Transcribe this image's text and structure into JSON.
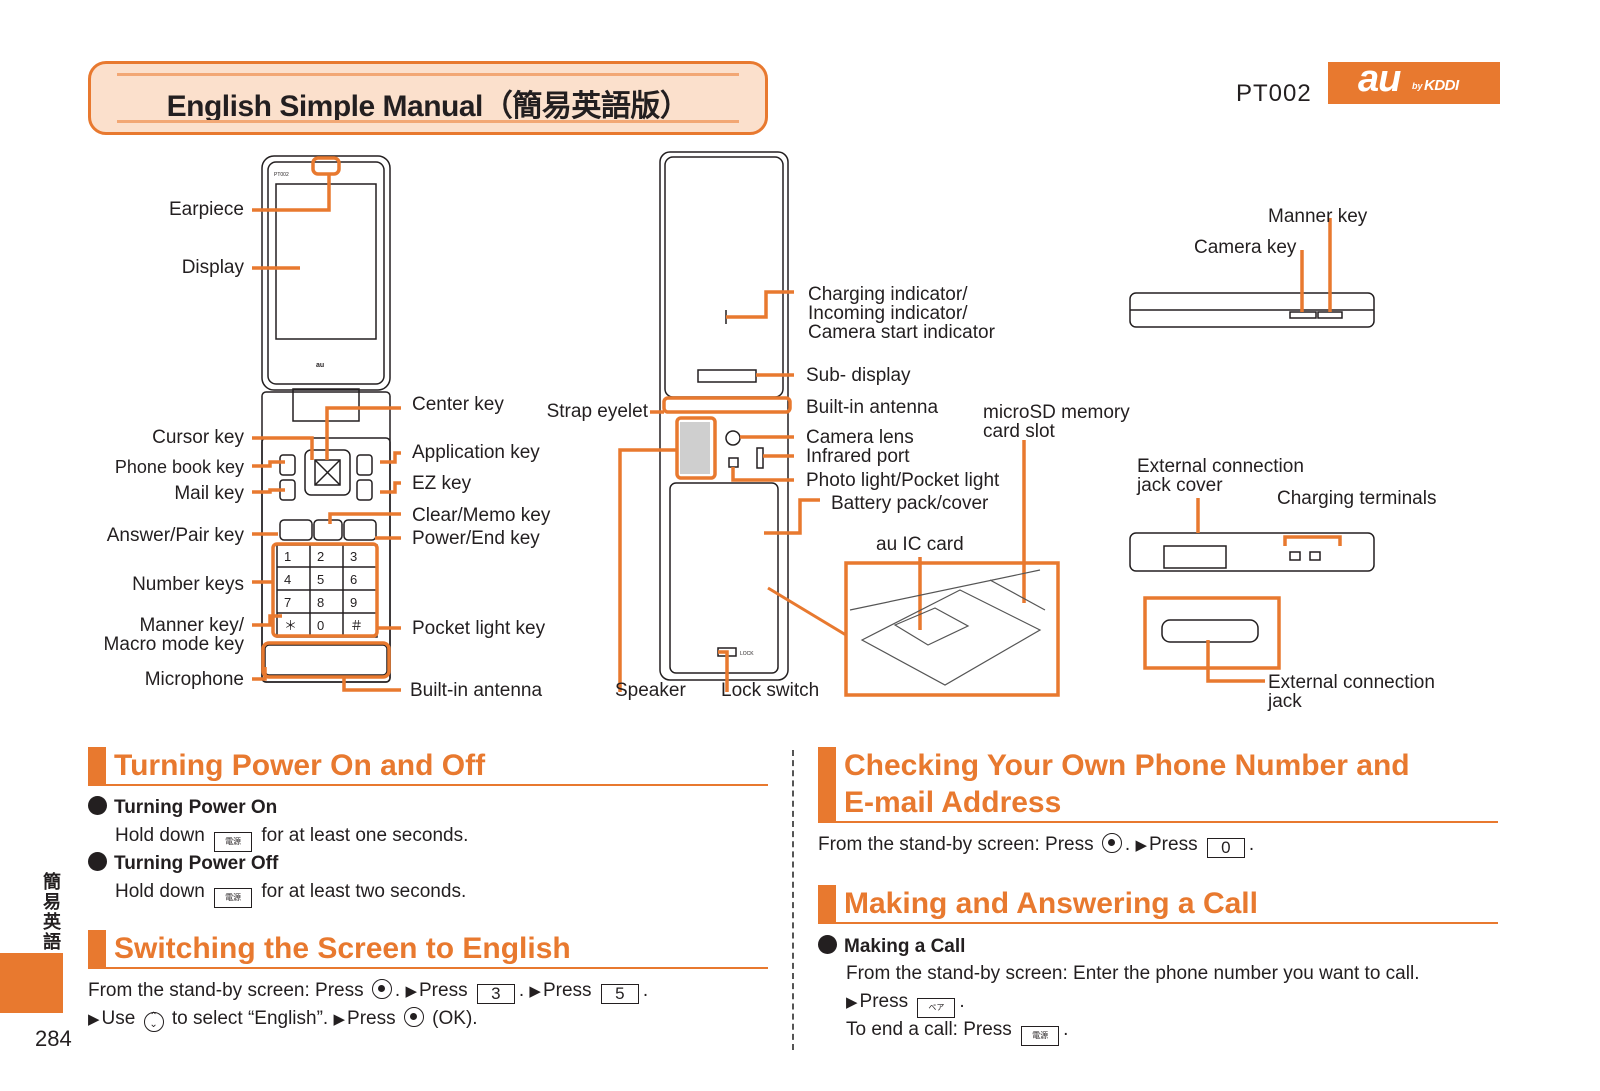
{
  "header": {
    "title": "English Simple Manual（簡易英語版）",
    "model": "PT002",
    "brand_au": "au",
    "brand_by": "by",
    "brand_kddi": "KDDI"
  },
  "diagram": {
    "front_labels": {
      "earpiece": "Earpiece",
      "display": "Display",
      "cursor_key": "Cursor key",
      "phone_book_key": "Phone book key",
      "mail_key": "Mail key",
      "answer_pair_key": "Answer/Pair key",
      "number_keys": "Number keys",
      "manner_key_line1": "Manner key/",
      "manner_key_line2": "Macro mode key",
      "microphone": "Microphone",
      "center_key": "Center key",
      "application_key": "Application key",
      "ez_key": "EZ key",
      "clear_memo_key": "Clear/Memo key",
      "power_end_key": "Power/End key",
      "pocket_light_key": "Pocket light key",
      "built_in_antenna_front": "Built-in antenna"
    },
    "back_labels": {
      "charging_line1": "Charging indicator/",
      "charging_line2": "Incoming indicator/",
      "charging_line3": "Camera start indicator",
      "sub_display": "Sub- display",
      "strap_eyelet": "Strap eyelet",
      "built_in_antenna_back": "Built-in antenna",
      "camera_lens": "Camera lens",
      "infrared_port": "Infrared port",
      "photo_light": "Photo light/Pocket light",
      "battery_pack": "Battery pack/cover",
      "speaker": "Speaker",
      "lock_switch": "Lock switch",
      "microsd_line1": "microSD memory",
      "microsd_line2": "card slot",
      "au_ic_card": "au IC card"
    },
    "side_labels": {
      "manner_key": "Manner key",
      "camera_key": "Camera key",
      "ext_cover_line1": "External connection",
      "ext_cover_line2": "jack cover",
      "charging_terminals": "Charging terminals",
      "ext_jack_line1": "External connection",
      "ext_jack_line2": "jack"
    },
    "phone_marks": {
      "model_small": "PT002",
      "front_logo": "au",
      "keypad": [
        "1",
        "2",
        "3",
        "4",
        "5",
        "6",
        "7",
        "8",
        "9",
        "＊",
        "0",
        "＃"
      ],
      "lock_text": "LOCK"
    }
  },
  "sections": {
    "power": {
      "heading": "Turning Power On and Off",
      "on_title": "Turning Power On",
      "on_pre": "Hold down",
      "on_post": "for at least one seconds.",
      "off_title": "Turning Power Off",
      "off_pre": "Hold down",
      "off_post": "for at least two seconds.",
      "key_label": "電源"
    },
    "english": {
      "heading": "Switching the Screen to English",
      "line1_a": "From the stand-by screen: Press",
      "line1_b": ".",
      "line1_c": "Press",
      "line1_key1": "3",
      "line1_d": ".",
      "line1_e": "Press",
      "line1_key2": "5",
      "line1_f": ".",
      "line2_a": "Use",
      "line2_b": "to select “English”.",
      "line2_c": "Press",
      "line2_d": "(OK)."
    },
    "own_number": {
      "heading_line1": "Checking Your Own Phone Number and",
      "heading_line2": "E-mail Address",
      "line_a": "From the stand-by screen: Press",
      "line_b": ".",
      "line_c": "Press",
      "line_key": "0",
      "line_d": "."
    },
    "call": {
      "heading": "Making and Answering a Call",
      "making_title": "Making a Call",
      "line1": "From the stand-by screen: Enter the phone number you want to call.",
      "line2_a": "Press",
      "line2_key": "ペア",
      "line2_b": ".",
      "line3_a": "To end a call: Press",
      "line3_key": "電源",
      "line3_b": "."
    }
  },
  "sidebar": {
    "jp_label": "簡易英語",
    "page_number": "284"
  },
  "colors": {
    "accent": "#e8792f",
    "title_fill": "#fbe0cc",
    "text": "#231f20"
  }
}
